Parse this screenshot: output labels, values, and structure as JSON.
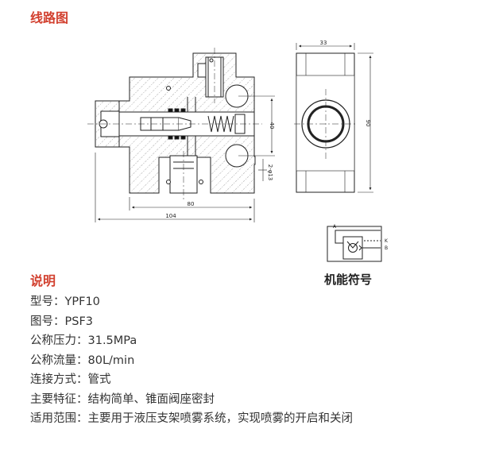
{
  "sections": {
    "diagram_heading": "线路图",
    "notes_heading": "说明"
  },
  "drawing": {
    "dimensions": {
      "overall_width": "104",
      "body_width": "80",
      "port_height": "40",
      "bolt_holes": "2-φ13",
      "side_width": "33",
      "side_height": "90"
    },
    "symbol": {
      "caption": "机能符号",
      "port_a": "A",
      "port_k": "K",
      "port_b": "B"
    }
  },
  "specs": [
    {
      "label": "型号：",
      "value": "YPF10"
    },
    {
      "label": "图号：",
      "value": "PSF3"
    },
    {
      "label": "公称压力：",
      "value": "31.5MPa"
    },
    {
      "label": "公称流量：",
      "value": "80L/min"
    },
    {
      "label": "连接方式：",
      "value": "管式"
    },
    {
      "label": "主要特征：",
      "value": "结构简单、锥面阀座密封"
    },
    {
      "label": "适用范围：",
      "value": "主要用于液压支架喷雾系统，实现喷雾的开启和关闭"
    }
  ],
  "colors": {
    "heading": "#d2402f",
    "line": "#222222",
    "hatch": "#555555"
  }
}
